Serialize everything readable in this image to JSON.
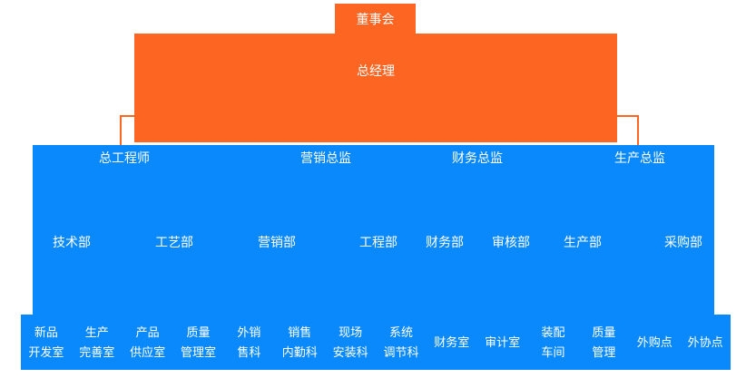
{
  "colors": {
    "orange": "#fc6522",
    "blue": "#0989fb",
    "label_text": "#ffffff",
    "background": "#ffffff"
  },
  "org_chart": {
    "board": {
      "label": "董事会"
    },
    "general_manager": {
      "label": "总经理"
    },
    "directors": [
      {
        "label": "总工程师"
      },
      {
        "label": "营销总监"
      },
      {
        "label": "财务总监"
      },
      {
        "label": "生产总监"
      }
    ],
    "departments": [
      {
        "label": "技术部"
      },
      {
        "label": "工艺部"
      },
      {
        "label": "营销部"
      },
      {
        "label": "工程部"
      },
      {
        "label": "财务部"
      },
      {
        "label": "审核部"
      },
      {
        "label": "生产部"
      },
      {
        "label": "采购部"
      }
    ],
    "offices": [
      {
        "label": "新品开发室",
        "lines": [
          "新品",
          "开发室"
        ]
      },
      {
        "label": "生产完善室",
        "lines": [
          "生产",
          "完善室"
        ]
      },
      {
        "label": "产品供应室",
        "lines": [
          "产品",
          "供应室"
        ]
      },
      {
        "label": "质量管理室",
        "lines": [
          "质量",
          "管理室"
        ]
      },
      {
        "label": "外销售科",
        "lines": [
          "外销",
          "售科"
        ]
      },
      {
        "label": "销售内勤科",
        "lines": [
          "销售",
          "内勤科"
        ]
      },
      {
        "label": "现场安装科",
        "lines": [
          "现场",
          "安装科"
        ]
      },
      {
        "label": "系统调节科",
        "lines": [
          "系统",
          "调节科"
        ]
      },
      {
        "label": "财务室",
        "lines": [
          "财务室"
        ]
      },
      {
        "label": "审计室",
        "lines": [
          "审计室"
        ]
      },
      {
        "label": "装配车间",
        "lines": [
          "装配",
          "车间"
        ]
      },
      {
        "label": "质量管理",
        "lines": [
          "质量",
          "管理"
        ]
      },
      {
        "label": "外购点",
        "lines": [
          "外购点"
        ]
      },
      {
        "label": "外协点",
        "lines": [
          "外协点"
        ]
      }
    ]
  }
}
